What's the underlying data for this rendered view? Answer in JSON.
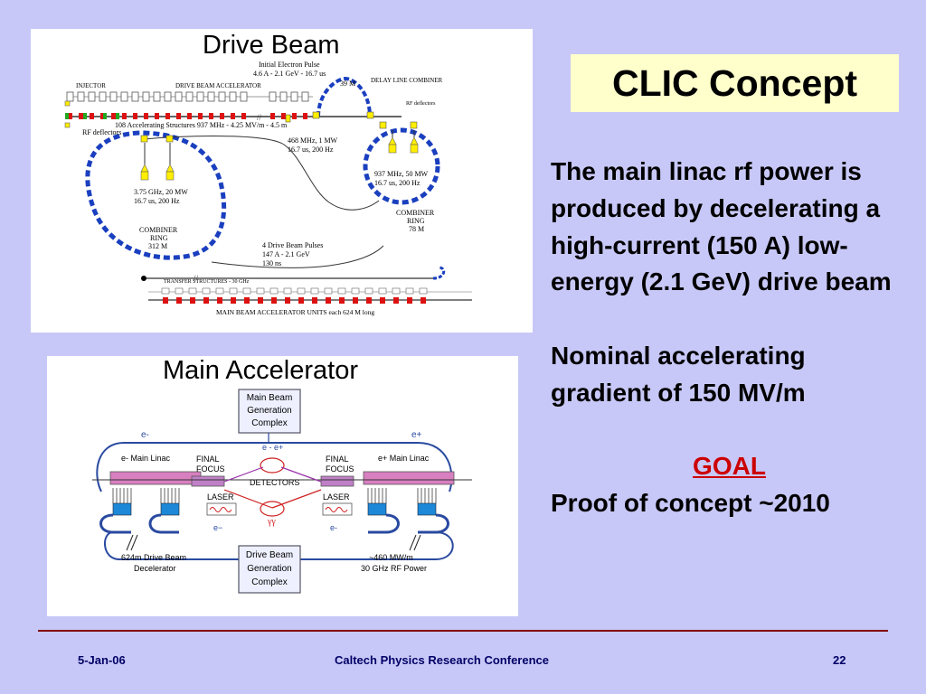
{
  "slide": {
    "title": "CLIC Concept",
    "paragraph1": "The main linac rf power is produced by decelerating a high-current (150 A) low-energy (2.1 GeV) drive beam",
    "paragraph2": "Nominal accelerating gradient of 150 MV/m",
    "goal_label": "GOAL",
    "goal_text": "Proof of concept ~2010"
  },
  "drive_beam_figure": {
    "title": "Drive Beam",
    "pulse_label": "Initial Electron Pulse",
    "pulse_value": "4.6 A - 2.1 GeV - 16.7 us",
    "injector": "INJECTOR",
    "accelerator": "DRIVE BEAM ACCELERATOR",
    "structures": "108 Accelerating Structures 937 MHz - 4.25 MV/m - 4.5 m",
    "delay_line_combiner": "DELAY LINE COMBINER",
    "delay_length": "39 M",
    "rf_deflectors_left": "RF deflectors",
    "rf_deflectors_right": "RF deflectors",
    "rf_468_line1": "468 MHz, 1 MW",
    "rf_468_line2": "16.7 us, 200 Hz",
    "rf_937_line1": "937 MHz, 50 MW",
    "rf_937_line2": "16.7 us, 200 Hz",
    "rf_375_line1": "3.75 GHz, 20 MW",
    "rf_375_line2": "16.7 us, 200 Hz",
    "combiner_left_line1": "COMBINER",
    "combiner_left_line2": "RING",
    "combiner_left_line3": "312 M",
    "combiner_right_line1": "COMBINER",
    "combiner_right_line2": "RING",
    "combiner_right_line3": "78 M",
    "pulses_line1": "4 Drive Beam Pulses",
    "pulses_line2": "147 A - 2.1 GeV",
    "pulses_line3": "130 ns",
    "transfer": "TRANSFER STRUCTURES - 30 GHz",
    "main_units": "MAIN BEAM ACCELERATOR UNITS each 624 M long"
  },
  "main_accel_figure": {
    "title": "Main Accelerator",
    "generation_top_line1": "Main Beam",
    "generation_top_line2": "Generation",
    "generation_top_line3": "Complex",
    "e_minus_top": "e-",
    "e_plus_top": "e+",
    "e_minus_e_plus": "e - e+",
    "e_minus_linac": "e- Main Linac",
    "e_plus_linac": "e+ Main Linac",
    "final_focus_left_1": "FINAL",
    "final_focus_left_2": "FOCUS",
    "final_focus_right_1": "FINAL",
    "final_focus_right_2": "FOCUS",
    "detectors": "DETECTORS",
    "laser_left": "LASER",
    "laser_right": "LASER",
    "gamma_gamma": "γγ",
    "e_minus_bottom_left": "e−",
    "e_minus_bottom_right": "e-",
    "decel_line1": "624m Drive Beam",
    "decel_line2": "Decelerator",
    "generation_bottom_line1": "Drive Beam",
    "generation_bottom_line2": "Generation",
    "generation_bottom_line3": "Complex",
    "rf_power_line1": "~460 MW/m",
    "rf_power_line2": "30 GHz RF Power"
  },
  "footer": {
    "date": "5-Jan-06",
    "conference": "Caltech Physics Research Conference",
    "page": "22"
  }
}
